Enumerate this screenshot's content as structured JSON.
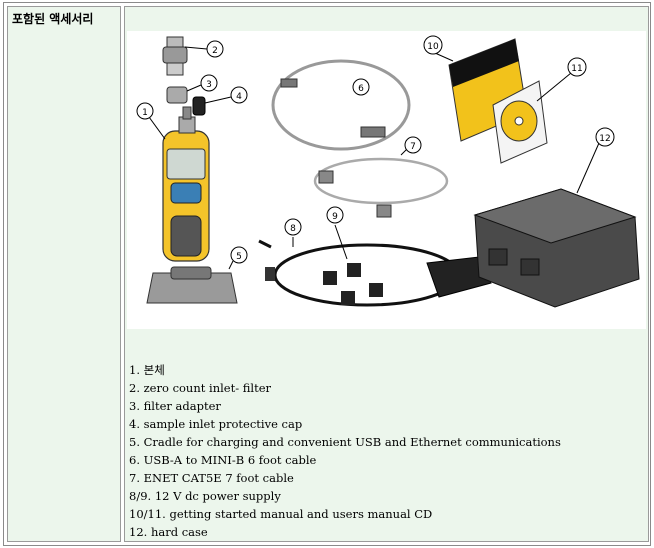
{
  "section": {
    "header": "포함된 액세서리"
  },
  "figure": {
    "callouts": [
      "1",
      "2",
      "3",
      "4",
      "5",
      "6",
      "7",
      "8",
      "9",
      "10",
      "11",
      "12"
    ]
  },
  "items": [
    "1. 본체",
    "2. zero count inlet- filter",
    "3. filter adapter",
    "4. sample inlet protective cap",
    "5. Cradle for charging and convenient USB and Ethernet communications",
    "6. USB-A to MINI-B 6 foot cable",
    "7. ENET CAT5E 7 foot cable",
    "8/9. 12 V dc power supply",
    "10/11. getting started manual and users manual CD",
    "12. hard case"
  ],
  "colors": {
    "cell_background": "#ecf6ec",
    "instrument_yellow": "#f4c42a",
    "manual_yellow": "#f2c21b"
  }
}
